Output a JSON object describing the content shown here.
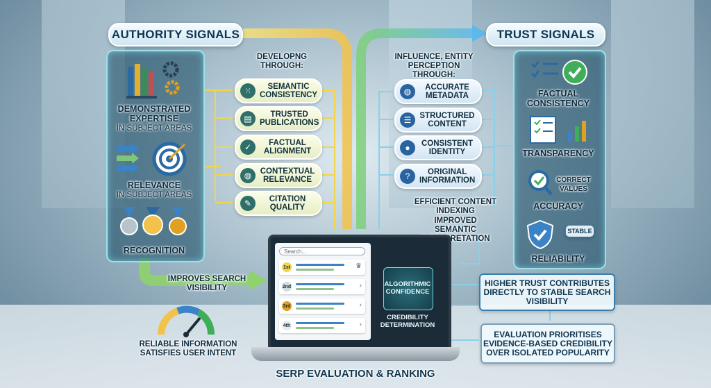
{
  "headers": {
    "authority": "AUTHORITY SIGNALS",
    "trust": "TRUST SIGNALS"
  },
  "left_panel": {
    "expertise_title": "DEMONSTRATED EXPERTISE",
    "expertise_sub": "IN SUBJECT AREAS",
    "relevance_title": "RELEVANCE",
    "relevance_sub": "IN SUBJECT AREAS",
    "recognition_title": "RECOGNITION"
  },
  "developing_label": "DEVELOPNG THROUGH:",
  "developing_items": [
    {
      "label": "SEMANTIC CONSISTENCY",
      "icon": "dots-grid-icon"
    },
    {
      "label": "TRUSTED PUBLICATIONS",
      "icon": "book-icon"
    },
    {
      "label": "FACTUAL ALIGNMENT",
      "icon": "checkmark-icon"
    },
    {
      "label": "CONTEXTUAL RELEVANCE",
      "icon": "globe-icon"
    },
    {
      "label": "CITATION QUALITY",
      "icon": "document-icon"
    }
  ],
  "influence_label": "INFLUENCE, ENTITY PERCEPTION THROUGH:",
  "influence_items": [
    {
      "label": "ACCURATE METADATA",
      "icon": "globe-icon"
    },
    {
      "label": "STRUCTURED CONTENT",
      "icon": "list-icon"
    },
    {
      "label": "CONSISTENT IDENTITY",
      "icon": "user-icon"
    },
    {
      "label": "ORIGINAL INFORMATION",
      "icon": "question-icon"
    }
  ],
  "right_panel": {
    "factual": "FACTUAL CONSISTENCY",
    "transparency": "TRANSPARENCY",
    "correct_values": "CORRECT VALUES",
    "accuracy": "ACCURACY",
    "stable": "STABLE",
    "reliability": "RELIABILITY"
  },
  "indexing_note": "EFFICIENT CONTENT INDEXING",
  "semantic_note": "IMPROVED SEMANTIC INTERPRETATION",
  "improves_note": "IMPROVES SEARCH VISIBILITY",
  "higher_trust_box": "HIGHER TRUST CONTRIBUTES DIRECTLY TO STABLE SEARCH VISIBILITY",
  "evaluation_box": "EVALUATION PRIORITISES EVIDENCE-BASED CREDIBILITY OVER ISOLATED POPULARITY",
  "reliable_note": "RELIABLE INFORMATION SATISFIES USER INTENT",
  "serp": {
    "search_placeholder": "Search...",
    "ranks": [
      "1st",
      "2nd",
      "3rd",
      "4th"
    ]
  },
  "chip": {
    "algorithmic": "ALGORITHMIC CONFIDENCE",
    "credibility": "CREDIBILITY DETERMINATION"
  },
  "footer": "SERP EVALUATION & RANKING",
  "colors": {
    "arrow_yellow": "#f2d54a",
    "arrow_green": "#8fd36a",
    "arrow_blue": "#5fb8ea",
    "panel_glow": "#9fe0e8"
  }
}
